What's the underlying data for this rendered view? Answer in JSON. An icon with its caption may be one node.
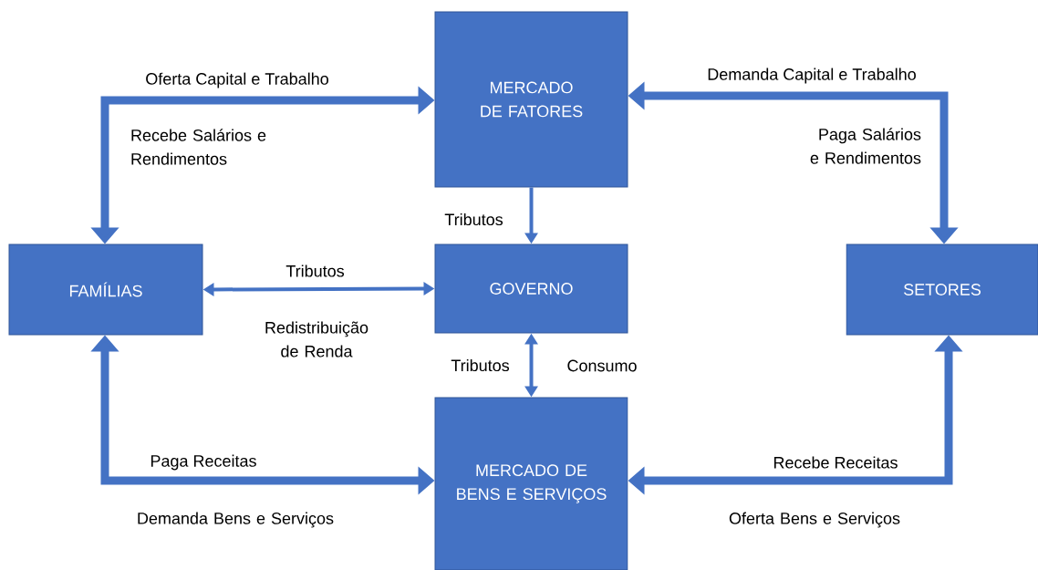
{
  "diagram": {
    "nodes": [
      {
        "text": [
          "MERCADO DE FATORES"
        ]
      },
      {
        "text": [
          "FAMÍLIAS"
        ]
      },
      {
        "text": [
          "GOVERNO"
        ]
      },
      {
        "text": [
          "SETORES"
        ]
      },
      {
        "text": [
          "MERCADO DE BENS E SERVIÇOS"
        ]
      }
    ],
    "edges": [
      {
        "from": 1,
        "to": 0,
        "arrow": "both",
        "label": "Oferta Capital e Trabalho"
      },
      {
        "from": 3,
        "to": 0,
        "arrow": "both",
        "label": "Demanda Capital e Trabalho"
      },
      {
        "from": 0,
        "to": 2,
        "arrow": "to",
        "label": "Tributos"
      },
      {
        "from": 1,
        "to": 2,
        "arrow": "both",
        "label": "Tributos"
      },
      {
        "from": 2,
        "to": 4,
        "arrow": "both",
        "label": "Tributos"
      },
      {
        "from": 1,
        "to": 4,
        "arrow": "both",
        "label": "Paga Receitas"
      },
      {
        "from": 3,
        "to": 4,
        "arrow": "both",
        "label": "Recebe Receitas"
      }
    ],
    "labels": [
      "Recebe Salários e Rendimentos",
      "Paga Salários e Rendimentos",
      "Redistribuição de Renda",
      "Consumo",
      "Demanda Bens e Serviços",
      "Oferta Bens e Serviços"
    ]
  }
}
